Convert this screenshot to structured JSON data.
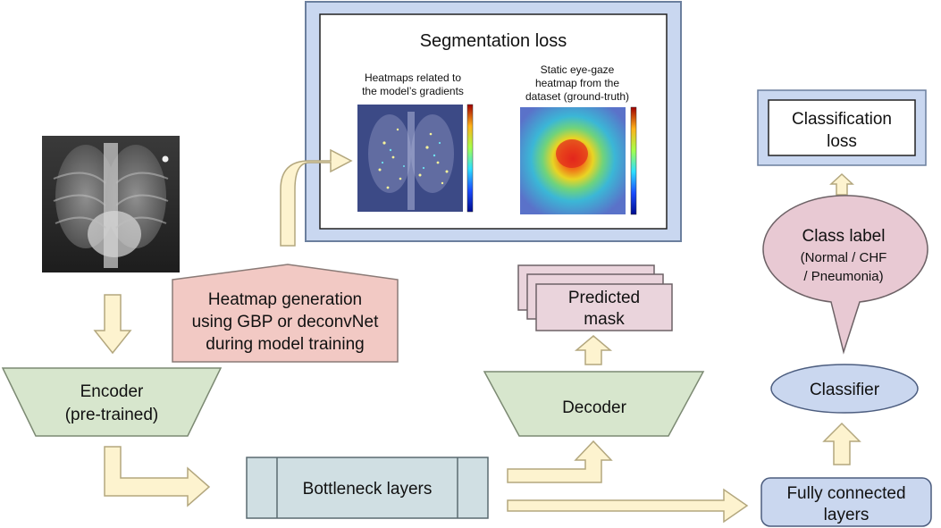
{
  "segmentation_panel": {
    "title": "Segmentation loss",
    "left_caption": [
      "Heatmaps related to",
      "the model’s gradients"
    ],
    "right_caption": [
      "Static eye-gaze",
      "heatmap from the",
      "dataset (ground-truth)"
    ]
  },
  "heatmap_generation": [
    "Heatmap generation",
    "using GBP or deconvNet",
    "during model training"
  ],
  "encoder": [
    "Encoder",
    "(pre-trained)"
  ],
  "bottleneck": "Bottleneck layers",
  "decoder": "Decoder",
  "predicted_mask": [
    "Predicted",
    "mask"
  ],
  "classification_loss": [
    "Classification",
    "loss"
  ],
  "class_label": [
    "Class label",
    "(Normal / CHF",
    "/ Pneumonia)"
  ],
  "classifier": "Classifier",
  "fully_connected": [
    "Fully connected",
    "layers"
  ],
  "colors": {
    "panel_blue": "#c9d7f0",
    "panel_border": "#6b7f9e",
    "arrow_fill": "#fdf3cf",
    "arrow_stroke": "#b3a77e",
    "heatmap_box": "#f2c9c4",
    "encoder_green": "#d7e6cd",
    "bottleneck_gray": "#d0dfe3",
    "mask_pink": "#ead4dc",
    "label_pink": "#e8c9d3",
    "classifier_blue": "#cad7ef"
  }
}
